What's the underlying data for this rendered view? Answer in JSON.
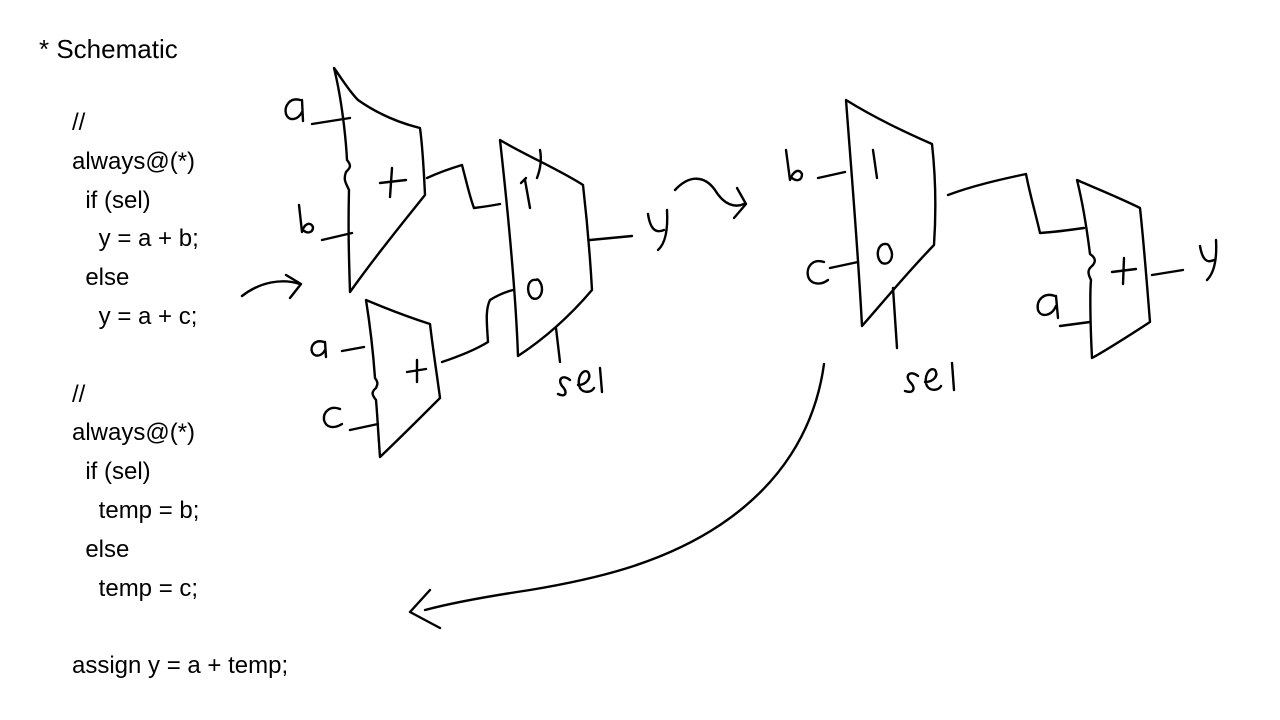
{
  "slide": {
    "title": "* Schematic",
    "code_lines": [
      "//",
      "always@(*)",
      "  if (sel)",
      "    y = a + b;",
      "  else",
      "    y = a + c;",
      "",
      "//",
      "always@(*)",
      "  if (sel)",
      "    temp = b;",
      "  else",
      "    temp = c;",
      "",
      "assign y = a + temp;"
    ]
  },
  "sketch": {
    "before": {
      "adder1": {
        "in_top": "a",
        "in_bottom": "b",
        "symbol": "+"
      },
      "adder2": {
        "in_top": "a",
        "in_bottom": "c",
        "symbol": "+"
      },
      "mux": {
        "in_top": "1",
        "in_bottom": "0",
        "out": "y",
        "select": "sel"
      }
    },
    "after": {
      "mux": {
        "in_top": "b",
        "in_bottom": "c",
        "sel_top": "1",
        "sel_bottom": "0",
        "select": "sel"
      },
      "adder": {
        "in": "a",
        "symbol": "+",
        "out": "y"
      }
    }
  },
  "colors": {
    "ink": "#000000",
    "background": "#ffffff"
  }
}
